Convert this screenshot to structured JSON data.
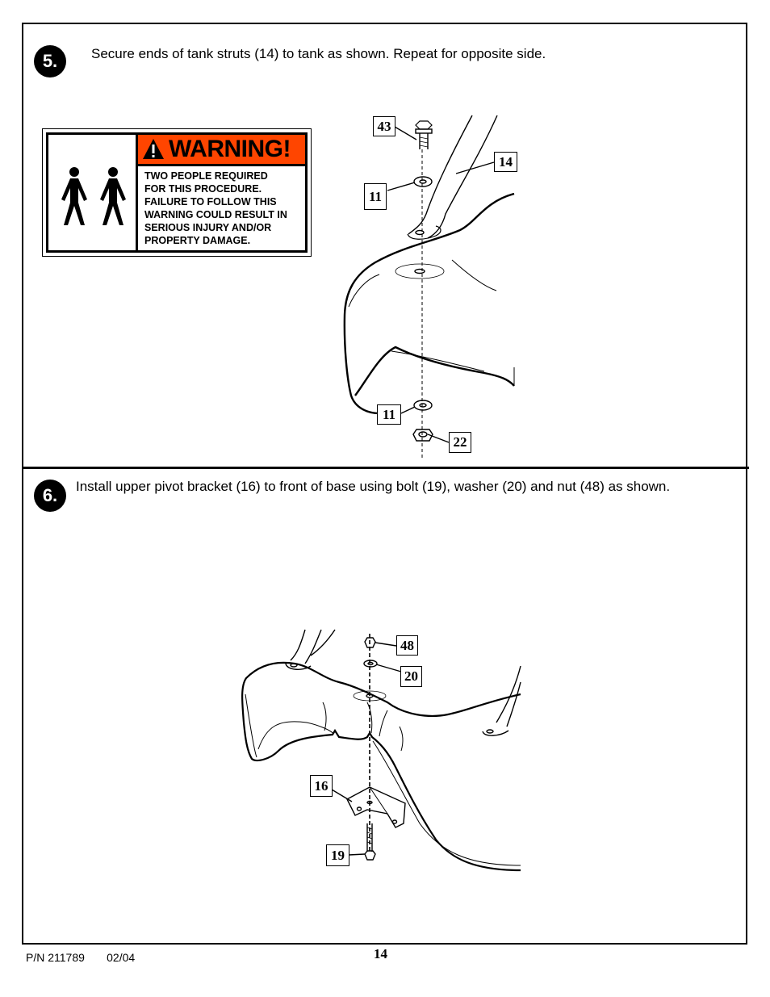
{
  "step5": {
    "number": "5.",
    "instruction": "Secure ends of tank struts (14) to tank as shown.  Repeat for opposite side.",
    "callouts": [
      "43",
      "14",
      "11",
      "11",
      "22"
    ]
  },
  "warning": {
    "title": "WARNING!",
    "lines": [
      "TWO PEOPLE REQUIRED",
      "FOR THIS PROCEDURE.",
      "FAILURE TO FOLLOW THIS",
      "WARNING COULD RESULT IN",
      "SERIOUS INJURY AND/OR",
      "PROPERTY DAMAGE."
    ],
    "header_color": "#ff4500"
  },
  "step6": {
    "number": "6.",
    "instruction": "Install upper pivot bracket (16) to front of base using bolt (19), washer (20) and nut (48) as shown.",
    "callouts": [
      "48",
      "20",
      "16",
      "19"
    ]
  },
  "footer": {
    "part_number": "P/N 211789",
    "date": "02/04",
    "page": "14"
  }
}
